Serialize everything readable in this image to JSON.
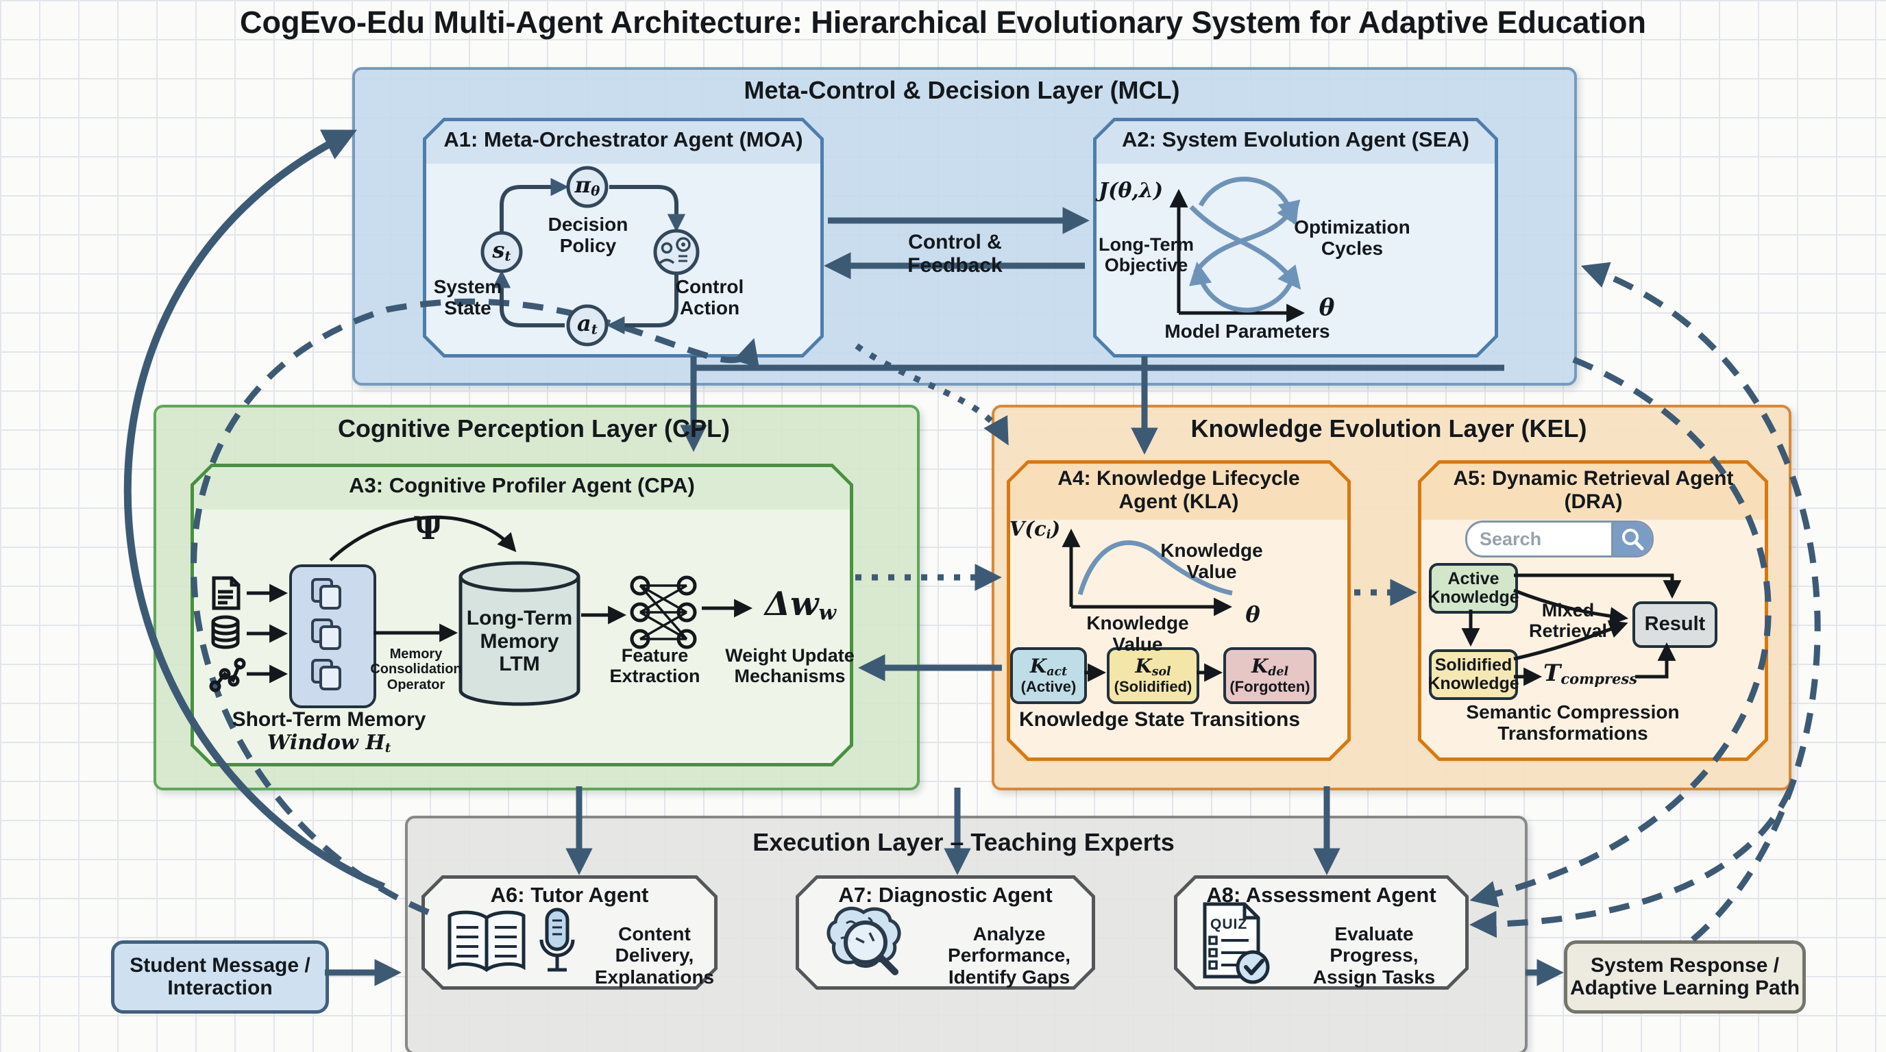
{
  "title": "CogEvo-Edu Multi-Agent Architecture: Hierarchical Evolutionary System for Adaptive Education",
  "colors": {
    "arrow": "#3d5a75",
    "mcl_fill": "#c7dbee",
    "mcl_border": "#6b93bb",
    "mcl_box_fill": "#e9f1f9",
    "mcl_box_border": "#4e7dab",
    "mcl_band": "#d2e2f1",
    "cpl_fill": "#d6e8cd",
    "cpl_border": "#55a04e",
    "cpl_box_fill": "#eef5e8",
    "cpl_box_border": "#47913f",
    "cpl_band": "#dcecd4",
    "kel_fill": "#f7e1c2",
    "kel_border": "#d9822b",
    "kel_box_fill": "#fdf2e2",
    "kel_box_border": "#d9780f",
    "kel_band": "#f8dfba",
    "exec_fill": "#e5e5e3",
    "exec_border": "#828280",
    "exec_box_fill": "#f5f6f4",
    "exec_box_border": "#54565a",
    "stm_fill": "#ccdaed",
    "ltm_fill": "#d6e3de",
    "k_active": "#bfdde7",
    "k_solidified": "#f4e6a9",
    "k_forgotten": "#e7c6c6",
    "active_fill": "#d2e6c9",
    "solidified_fill": "#f6e8b2",
    "result_fill": "#dcdfe0",
    "input_fill": "#cfe1f1",
    "input_border": "#41607e",
    "output_fill": "#edeae0",
    "output_border": "#75756d",
    "search_btn": "#7b9cc4",
    "blue_curve": "#6e93b8"
  },
  "mcl": {
    "title": "Meta-Control & Decision Layer (MCL)"
  },
  "cpl": {
    "title": "Cognitive Perception Layer (CPL)"
  },
  "kel": {
    "title": "Knowledge Evolution Layer (KEL)"
  },
  "exec": {
    "title": "Execution Layer – Teaching Experts"
  },
  "flow": {
    "control_feedback": "Control & Feedback"
  },
  "a1": {
    "title": "A1: Meta-Orchestrator Agent (MOA)",
    "policy_base": "π",
    "policy_sub": "θ",
    "state_base": "s",
    "state_sub": "t",
    "action_base": "a",
    "action_sub": "t",
    "decision_policy": "Decision Policy",
    "system_state": "System State",
    "control_action": "Control Action"
  },
  "a2": {
    "title": "A2: System Evolution Agent (SEA)",
    "ylabel": "J(θ,λ)",
    "xsym": "θ",
    "long_term": "Long-Term Objective",
    "cycles": "Optimization Cycles",
    "model_params": "Model Parameters"
  },
  "a3": {
    "title": "A3: Cognitive Profiler Agent (CPA)",
    "psi": "Ψ",
    "stm_line1": "Short-Term Memory",
    "stm_line2_base": "Window H",
    "stm_line2_sub": "t",
    "mco": "Memory Consolidation Operator",
    "ltm_line1": "Long-Term",
    "ltm_line2": "Memory",
    "ltm_line3": "LTM",
    "feature": "Feature Extraction",
    "delta_base": "Δw",
    "delta_sub": "w",
    "weight": "Weight Update Mechanisms"
  },
  "a4": {
    "title_line1": "A4: Knowledge Lifecycle",
    "title_line2": "Agent (KLA)",
    "v_base": "V(c",
    "v_sub": "i",
    "v_close": ")",
    "curve_label": "Knowledge Value",
    "xlabel": "Knowledge Value",
    "xsym": "θ",
    "k1_base": "K",
    "k1_sub": "act",
    "k1_state": "(Active)",
    "k2_base": "K",
    "k2_sub": "sol",
    "k2_state": "(Solidified)",
    "k3_base": "K",
    "k3_sub": "del",
    "k3_state": "(Forgotten)",
    "caption": "Knowledge State Transitions"
  },
  "a5": {
    "title_line1": "A5: Dynamic Retrieval Agent",
    "title_line2": "(DRA)",
    "search_placeholder": "Search",
    "active_line1": "Active",
    "active_line2": "Knowledge",
    "solidified_line1": "Solidified",
    "solidified_line2": "Knowledge",
    "mixed_line1": "Mixed",
    "mixed_line2": "Retrieval",
    "result": "Result",
    "t_base": "T",
    "t_sub": "compress",
    "caption_line1": "Semantic Compression",
    "caption_line2": "Transformations"
  },
  "a6": {
    "title": "A6: Tutor Agent",
    "desc_line1": "Content Delivery,",
    "desc_line2": "Explanations"
  },
  "a7": {
    "title": "A7: Diagnostic Agent",
    "desc_line1": "Analyze Performance,",
    "desc_line2": "Identify Gaps"
  },
  "a8": {
    "title": "A8: Assessment Agent",
    "quiz": "QUIZ",
    "desc_line1": "Evaluate Progress,",
    "desc_line2": "Assign Tasks"
  },
  "io": {
    "input_line1": "Student Message /",
    "input_line2": "Interaction",
    "output_line1": "System Response /",
    "output_line2": "Adaptive Learning Path"
  }
}
